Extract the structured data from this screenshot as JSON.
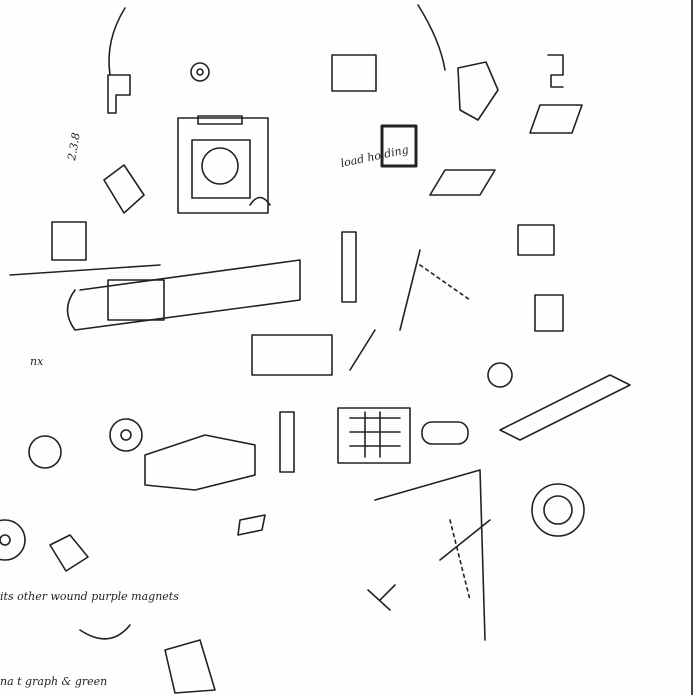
{
  "sketch": {
    "notes": {
      "load_holding": "load holding",
      "scale": "2.3.8",
      "magnets": "its other wound purple magnets",
      "bottom_left": "na t graph & green",
      "mid_left": "nx"
    }
  }
}
